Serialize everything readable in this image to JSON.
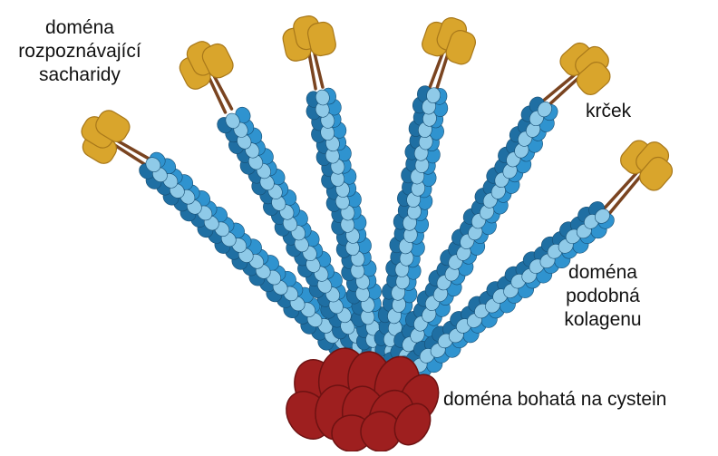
{
  "labels": {
    "crd": [
      "doména",
      "rozpoznávající",
      "sacharidy"
    ],
    "neck": "krček",
    "collagen": [
      "doména",
      "podobná",
      "kolagenu"
    ],
    "cysteine": "doména bohatá na cystein"
  },
  "colors": {
    "head": "#d9a52c",
    "head_dark": "#a8781a",
    "neck": "#7a4420",
    "bead_dark": "#1f6fa3",
    "bead_mid": "#2f93cf",
    "bead_light": "#8fcae8",
    "base": "#9e1f1f",
    "base_dark": "#6e1212"
  },
  "structure": {
    "arm_count": 6
  }
}
